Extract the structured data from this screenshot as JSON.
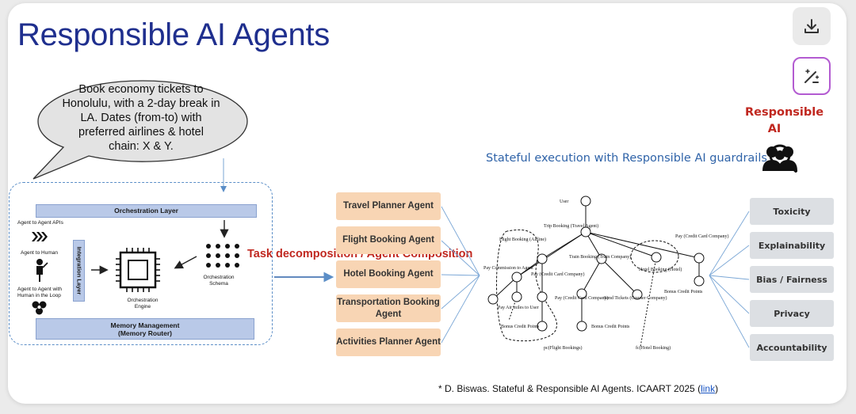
{
  "title": "Responsible AI Agents",
  "toolbar": {
    "download_icon": "download-icon",
    "edit_icon": "magic-edit-icon"
  },
  "user_prompt": "Book economy tickets to Honolulu, with a 2-day break in LA. Dates (from-to) with preferred airlines & hotel chain: X & Y.",
  "architecture": {
    "orchestration_layer": "Orchestration Layer",
    "integration_layer": "Integration Layer",
    "memory_management": "Memory Management",
    "memory_router": "(Memory Router)",
    "agent_to_agent_apis": "Agent to Agent APIs",
    "agent_to_human": "Agent to Human",
    "agent_to_agent_hitl": "Agent to Agent with Human in the Loop",
    "orchestration_engine": "Orchestration Engine",
    "orchestration_schema": "Orchestration Schema"
  },
  "task_label": "Task decomposition / Agent Composition",
  "agents": [
    "Travel Planner Agent",
    "Flight Booking Agent",
    "Hotel Booking Agent",
    "Transportation Booking Agent",
    "Activities Planner Agent"
  ],
  "stateful_label": "Stateful execution with Responsible AI guardrails",
  "tree_labels": {
    "user": "User",
    "trip_booking": "Trip Booking (Travel Agent)",
    "flight_booking": "Flight Booking (Airline)",
    "train_booking": "Train Booking (Train Company)",
    "hotel_booking": "Hotel Booking (Hotel)",
    "pay_credit_card_company_right": "Pay (Credit Card Company)",
    "pay_commission": "Pay Commission to Agent",
    "pay_credit_card_company_mid": "Pay (Credit Card Company)",
    "pay_credit_card_company_low": "Pay (Credit Card Company)",
    "send_tickets": "Send Tickets (Courier Company)",
    "bonus_credit_points_right": "Bonus Credit Points",
    "pay_air_miles": "Pay Air miles to User",
    "bonus_credit_points_left": "Bonus Credit Points",
    "bonus_credit_points_mid": "Bonus Credit Points",
    "flight_bookings_footer": "pc(Flight Bookings)",
    "hotel_booking_footer": "fc(Hotel Booking)"
  },
  "responsible_ai_title": "Responsible AI",
  "responsible_ai_icon": "people-search-icon",
  "guardrails": [
    "Toxicity",
    "Explainability",
    "Bias / Fairness",
    "Privacy",
    "Accountability"
  ],
  "citation": {
    "text": "* D. Biswas. Stateful & Responsible AI Agents. ICAART 2025 (",
    "link": "link",
    "suffix": ")"
  },
  "colors": {
    "title": "#1f2f8e",
    "accent_red": "#c0271f",
    "agent_fill": "#f8d5b4",
    "guardrail_fill": "#dcdfe3",
    "stateful_blue": "#2f63a8"
  }
}
